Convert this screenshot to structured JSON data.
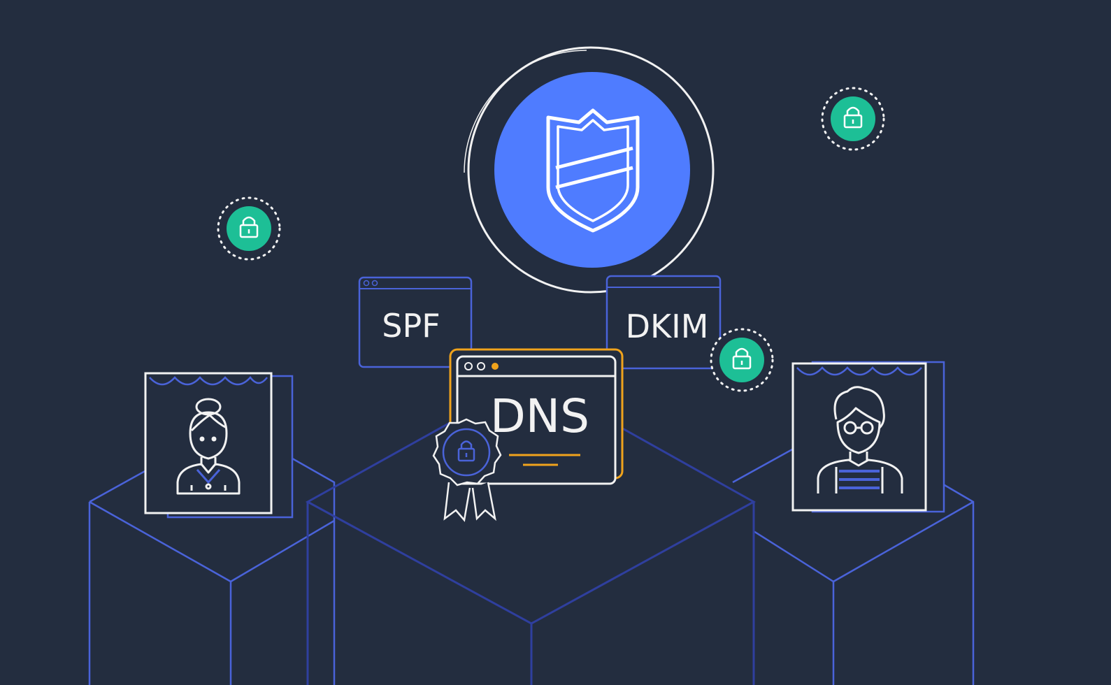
{
  "labels": {
    "spf": "SPF",
    "dkim": "DKIM",
    "dns": "DNS"
  },
  "colors": {
    "background": "#232d3f",
    "cube_stroke": "#4a63d9",
    "cube_stroke_dark": "#2f3f9e",
    "window_stroke": "#4a63d9",
    "dns_outline": "#f0a31c",
    "shield_fill": "#4f7cff",
    "line_white": "#f2f2f2",
    "lock_green": "#1dbf96"
  },
  "icons": {
    "shield": "shield-icon",
    "lock": "lock-icon",
    "certificate": "certificate-badge-icon",
    "user_female": "female-user-icon",
    "user_male": "male-user-icon"
  }
}
